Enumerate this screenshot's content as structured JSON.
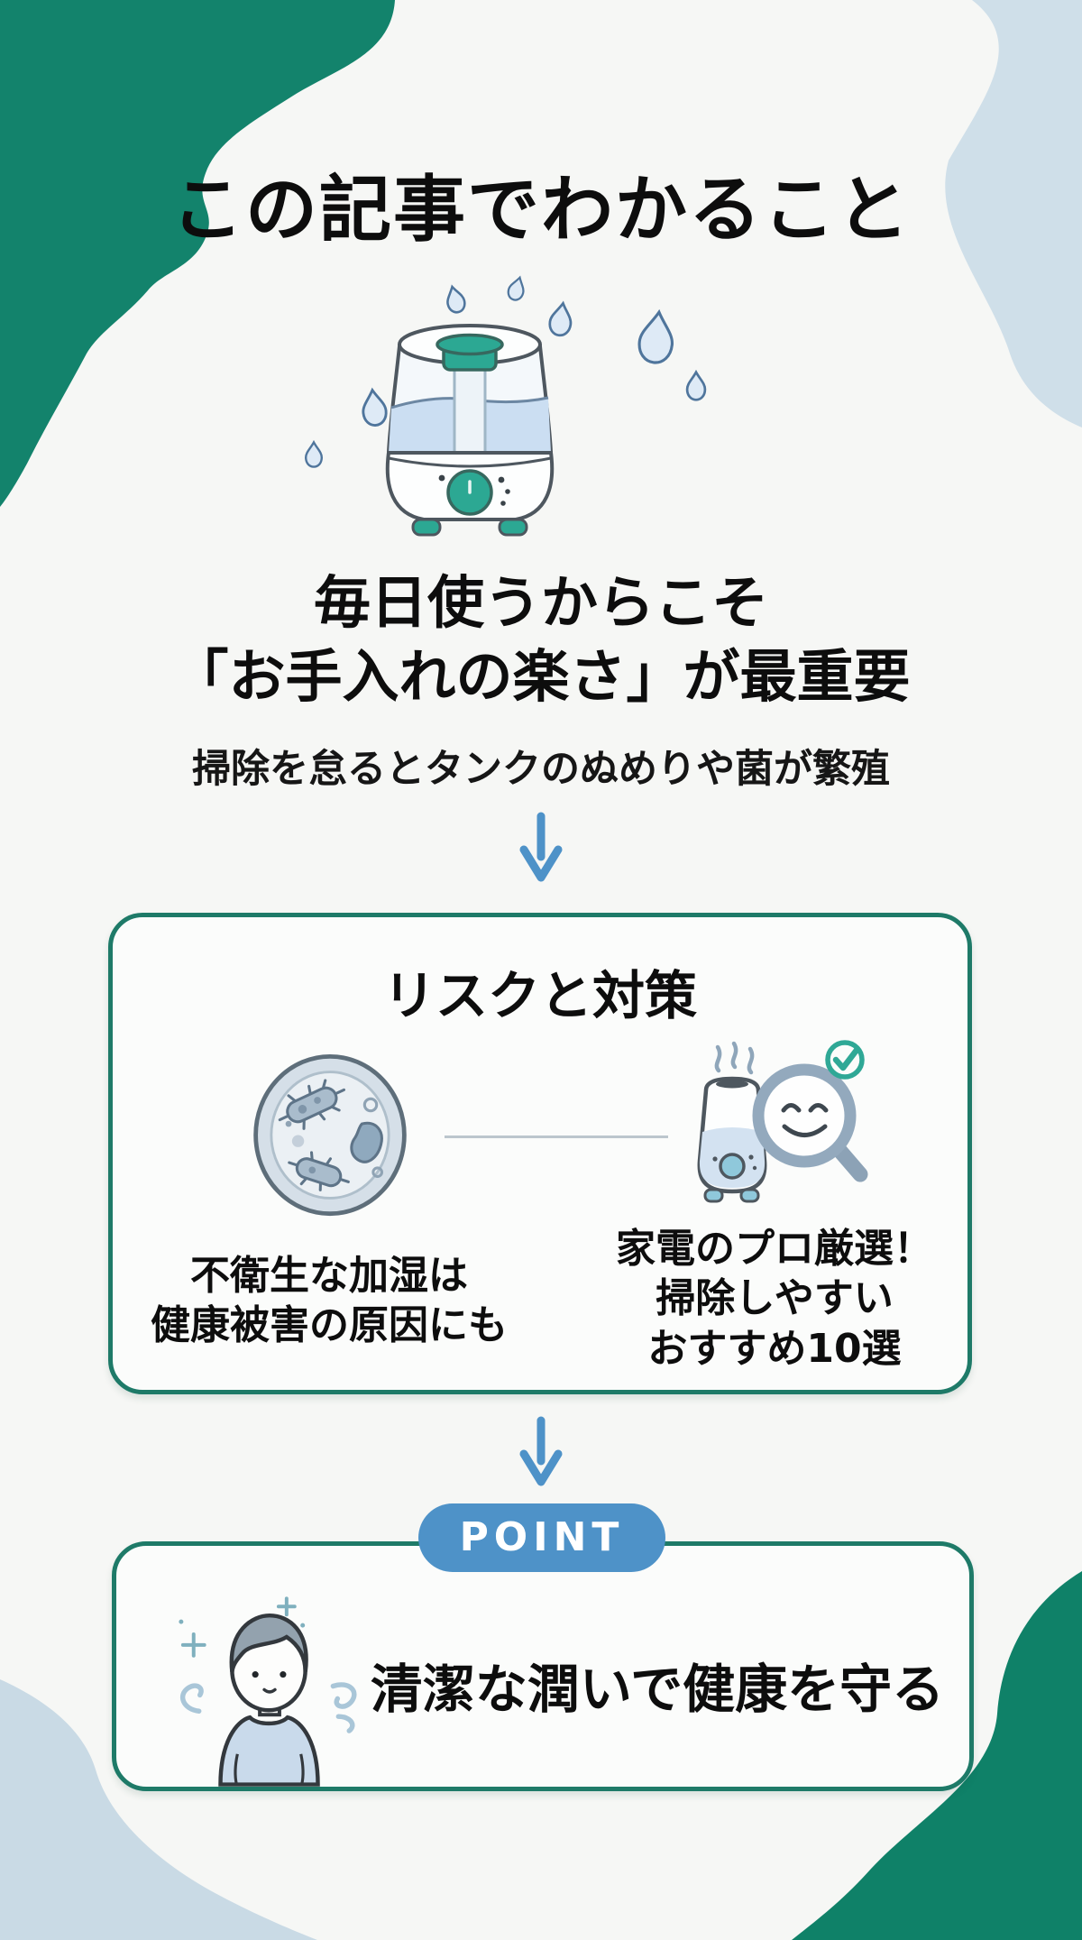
{
  "colors": {
    "background": "#F6F7F5",
    "blob_green": "#13836C",
    "blob_light_blue": "#CFDFE9",
    "box_border_green": "#1E7A68",
    "arrow_blue": "#4E92C8",
    "badge_blue": "#4E92C8",
    "badge_text_white": "#FFFFFF",
    "accent_teal": "#2CA893",
    "text_black": "#0D0D0D"
  },
  "header": {
    "title": "この記事でわかること"
  },
  "intro": {
    "headline_line1": "毎日使うからこそ",
    "headline_line2": "「お手入れの楽さ」が最重要",
    "subheadline": "掃除を怠るとタンクのぬめりや菌が繁殖"
  },
  "risk_box": {
    "title": "リスクと対策",
    "left_caption_lines": [
      "不衛生な加湿は",
      "健康被害の原因にも"
    ],
    "right_caption_lines": [
      "家電のプロ厳選！",
      "掃除しやすい",
      "おすすめ10選"
    ]
  },
  "point": {
    "badge_label": "POINT",
    "text": "清潔な潤いで健康を守る"
  },
  "icons": {
    "hero": "humidifier-with-water-drops",
    "flow": "down-arrow",
    "risk_left": "petri-dish-bacteria",
    "risk_right": "humidifier-magnifier-check",
    "point": "person-fresh-air"
  }
}
